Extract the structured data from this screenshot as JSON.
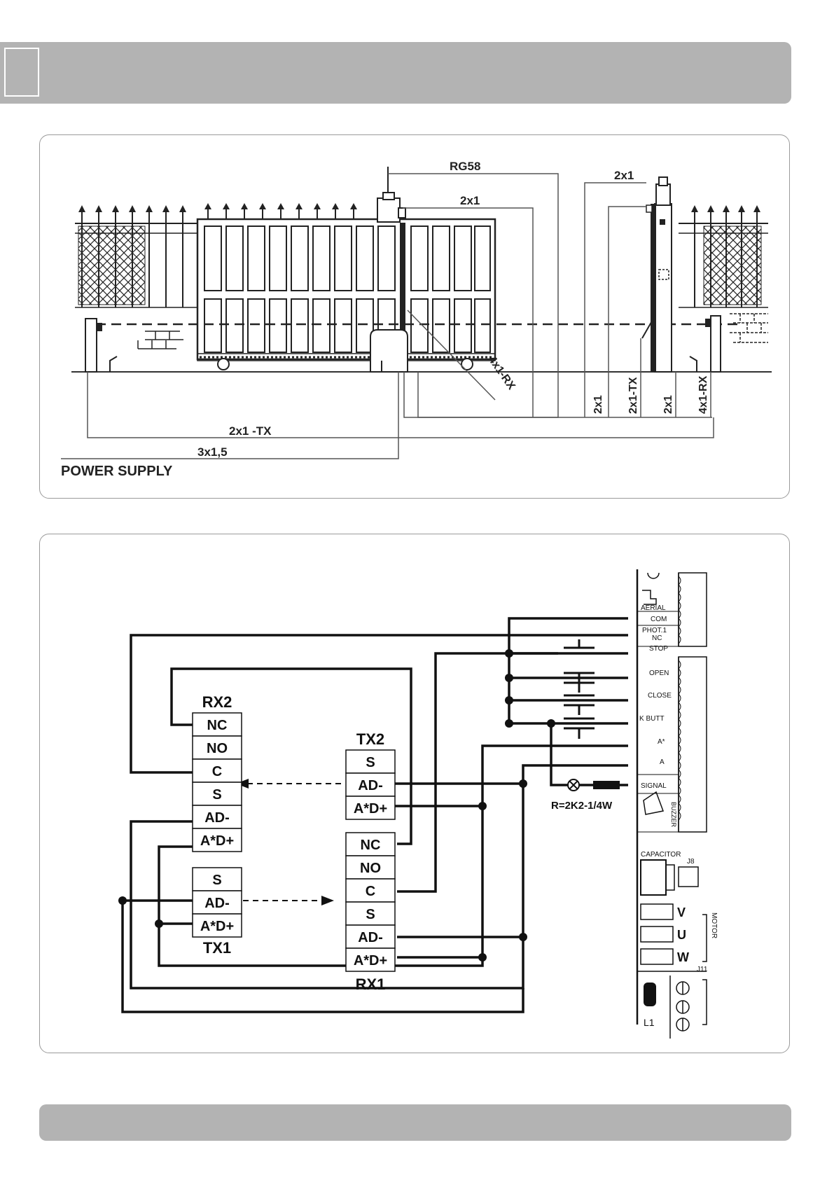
{
  "diagram1": {
    "cables": {
      "rg58": "RG58",
      "lamp_2x1": "2x1",
      "right_2x1": "2x1",
      "rx_4x1": "4x1-RX",
      "tx_2x1": "2x1 -TX",
      "power_3x15": "3x1,5",
      "v_2x1_a": "2x1",
      "v_2x1_tx": "2x1-TX",
      "v_2x1_b": "2x1",
      "v_4x1_rx": "4x1-RX"
    },
    "power_supply": "POWER SUPPLY"
  },
  "diagram2": {
    "rx2": {
      "title": "RX2",
      "terminals": [
        "NC",
        "NO",
        "C",
        "S",
        "AD-",
        "A*D+"
      ]
    },
    "tx2": {
      "title": "TX2",
      "terminals": [
        "S",
        "AD-",
        "A*D+"
      ]
    },
    "tx1": {
      "title": "TX1",
      "terminals": [
        "S",
        "AD-",
        "A*D+"
      ]
    },
    "rx1": {
      "title": "RX1",
      "terminals": [
        "NC",
        "NO",
        "C",
        "S",
        "AD-",
        "A*D+"
      ]
    },
    "board": {
      "aerial": "AERIAL",
      "com": "COM",
      "phot": "PHOT.1",
      "nc": "NC",
      "stop": "STOP",
      "open": "OPEN",
      "close": "CLOSE",
      "k_butt": "K  BUTT",
      "a_star": "A*",
      "a": "A",
      "signal": "SIGNAL",
      "buzzer": "BUZZER",
      "capacitor": "CAPACITOR",
      "j8": "J8",
      "v": "V",
      "u": "U",
      "w": "W",
      "motor": "MOTOR",
      "j11": "J11",
      "l1": "L1"
    },
    "resistor": "R=2K2-1/4W"
  }
}
